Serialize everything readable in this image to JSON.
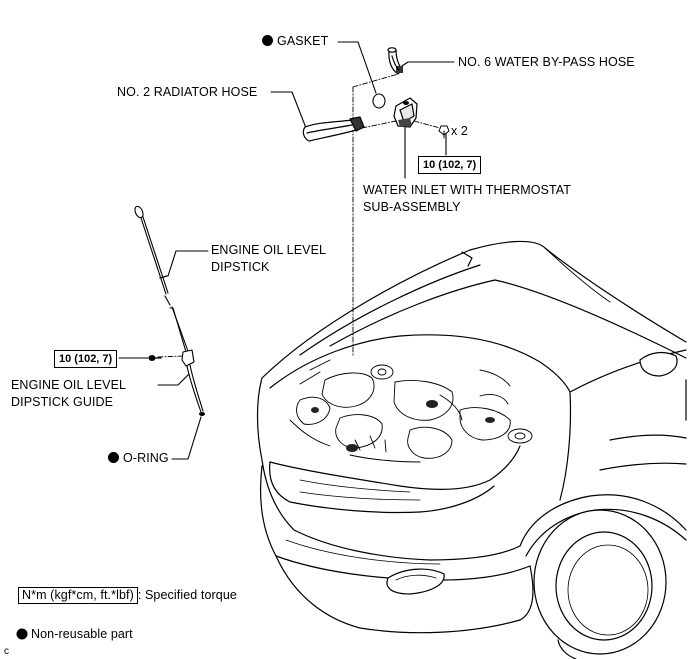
{
  "labels": {
    "gasket": "GASKET",
    "water_bypass_hose": "NO. 6 WATER BY-PASS HOSE",
    "radiator_hose": "NO. 2 RADIATOR HOSE",
    "multiplier": "x 2",
    "water_inlet_line1": "WATER INLET WITH THERMOSTAT",
    "water_inlet_line2": "SUB-ASSEMBLY",
    "dipstick_line1": "ENGINE OIL LEVEL",
    "dipstick_line2": "DIPSTICK",
    "dipstick_guide_line1": "ENGINE OIL LEVEL",
    "dipstick_guide_line2": "DIPSTICK GUIDE",
    "o_ring": "O-RING"
  },
  "torque": {
    "thermostat_bolt": "10 (102, 7)",
    "guide_bolt": "10 (102, 7)"
  },
  "legend": {
    "torque_unit": "N*m (kgf*cm, ft.*lbf)",
    "torque_text": ": Specified torque",
    "nonreusable_text": "Non-reusable part"
  },
  "corner_code": "c",
  "colors": {
    "ink": "#000000",
    "background": "#ffffff"
  }
}
